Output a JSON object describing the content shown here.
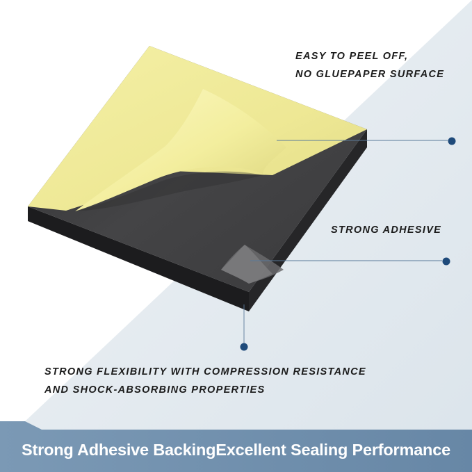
{
  "callouts": [
    {
      "lines": [
        "EASY TO PEEL OFF,",
        "NO GLUEPAPER SURFACE"
      ]
    },
    {
      "lines": [
        "STRONG ADHESIVE"
      ]
    },
    {
      "lines": [
        "STRONG FLEXIBILITY WITH COMPRESSION RESISTANCE",
        "AND SHOCK-ABSORBING PROPERTIES"
      ]
    }
  ],
  "banner": {
    "text": "Strong Adhesive BackingExcellent Sealing Performance"
  },
  "colors": {
    "background_panel": "#e4ebf0",
    "backing_paper": "#f1ec9c",
    "foam_top": "#3b3b3d",
    "foam_side": "#202022",
    "callout_dot": "#1e4a7a",
    "banner": "#6e8fae"
  }
}
